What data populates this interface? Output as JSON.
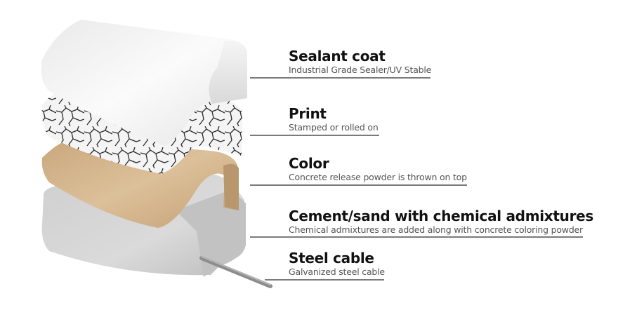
{
  "diagram": {
    "type": "layered cross-section illustration",
    "layers": [
      {
        "id": "sealant",
        "title": "Sealant coat",
        "description": "Industrial Grade Sealer/UV Stable",
        "color": "#f2f2f2"
      },
      {
        "id": "print",
        "title": "Print",
        "description": "Stamped or rolled on",
        "color": "#e8e8e8"
      },
      {
        "id": "color",
        "title": "Color",
        "description": "Concrete release powder is thrown on top",
        "color": "#d2b48c"
      },
      {
        "id": "cement",
        "title": "Cement/sand with chemical admixtures",
        "description": "Chemical admixtures are added along with concrete coloring powder",
        "color": "#c8c8c8"
      },
      {
        "id": "steel",
        "title": "Steel cable",
        "description": "Galvanized steel cable",
        "color": "#8a8a8a"
      }
    ]
  }
}
